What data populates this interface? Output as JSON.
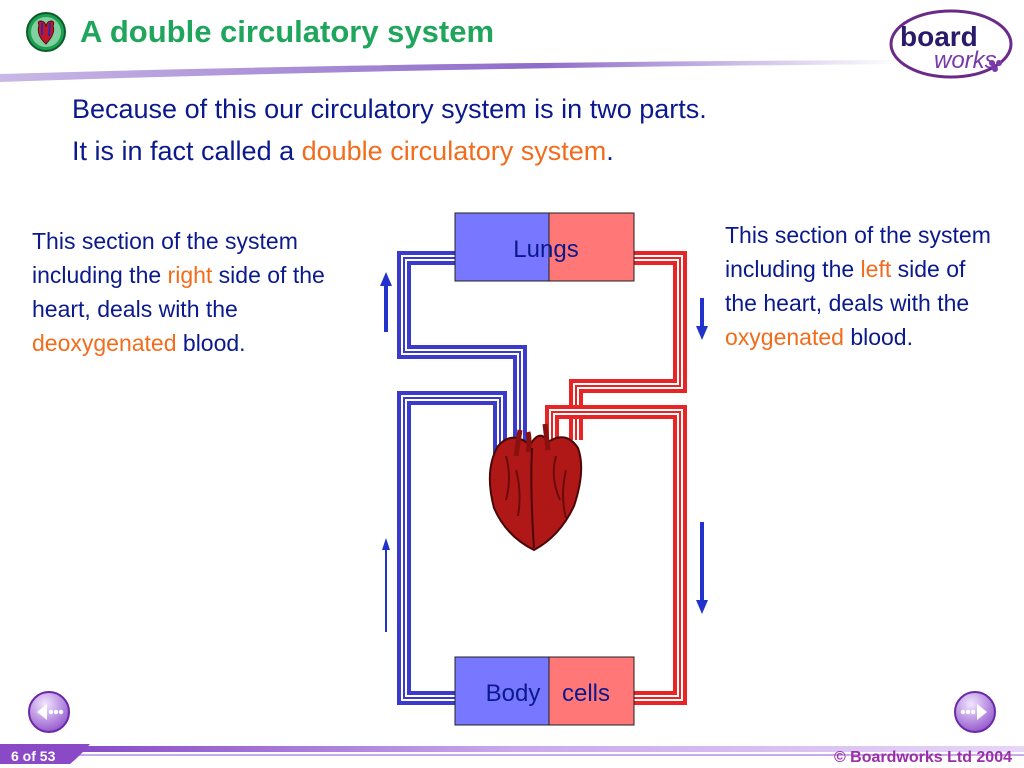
{
  "header": {
    "title": "A double circulatory system",
    "logo_line1": "board",
    "logo_line2": "works"
  },
  "intro": {
    "line1": "Because of this our circulatory system is in two parts.",
    "line2_prefix": "It is in fact called a ",
    "line2_highlight": "double circulatory system",
    "line2_suffix": "."
  },
  "left_panel": {
    "t1": "This section of the system including the ",
    "highlight1": "right",
    "t2": " side of the heart, deals with the ",
    "highlight2": "deoxygenated",
    "t3": " blood."
  },
  "right_panel": {
    "t1": "This section of the system including the ",
    "highlight1": "left",
    "t2": " side of the heart, deals with the ",
    "highlight2": "oxygenated",
    "t3": " blood."
  },
  "diagram": {
    "lungs_label": "Lungs",
    "body_label_left": "Body",
    "body_label_right": "cells",
    "colors": {
      "deoxygenated": "#3a3acc",
      "oxygenated": "#e82424",
      "blue_box": "#7777ff",
      "red_box": "#ff7777",
      "arrow": "#2233cc"
    }
  },
  "footer": {
    "page_number": "6 of 53",
    "copyright": "© Boardworks Ltd 2004"
  },
  "nav": {
    "prev_icon": "back-arrow-icon",
    "next_icon": "forward-arrow-icon"
  }
}
